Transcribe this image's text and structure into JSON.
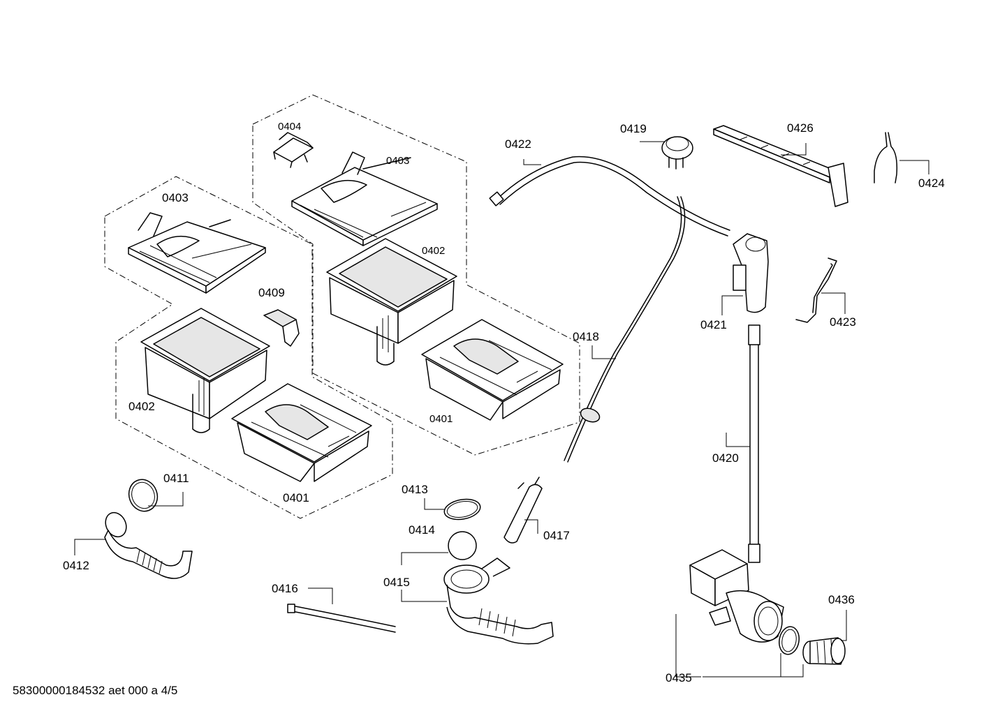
{
  "labels": {
    "l0401a": "0401",
    "l0401b": "0401",
    "l0402a": "0402",
    "l0402b": "0402",
    "l0403a": "0403",
    "l0403b": "0403",
    "l0404": "0404",
    "l0409": "0409",
    "l0411": "0411",
    "l0412": "0412",
    "l0413": "0413",
    "l0414": "0414",
    "l0415": "0415",
    "l0416": "0416",
    "l0417": "0417",
    "l0418": "0418",
    "l0419": "0419",
    "l0420": "0420",
    "l0421": "0421",
    "l0422": "0422",
    "l0423": "0423",
    "l0424": "0424",
    "l0426": "0426",
    "l0435": "0435",
    "l0436": "0436"
  },
  "footer": "58300000184532 aet 000 a 4/5"
}
